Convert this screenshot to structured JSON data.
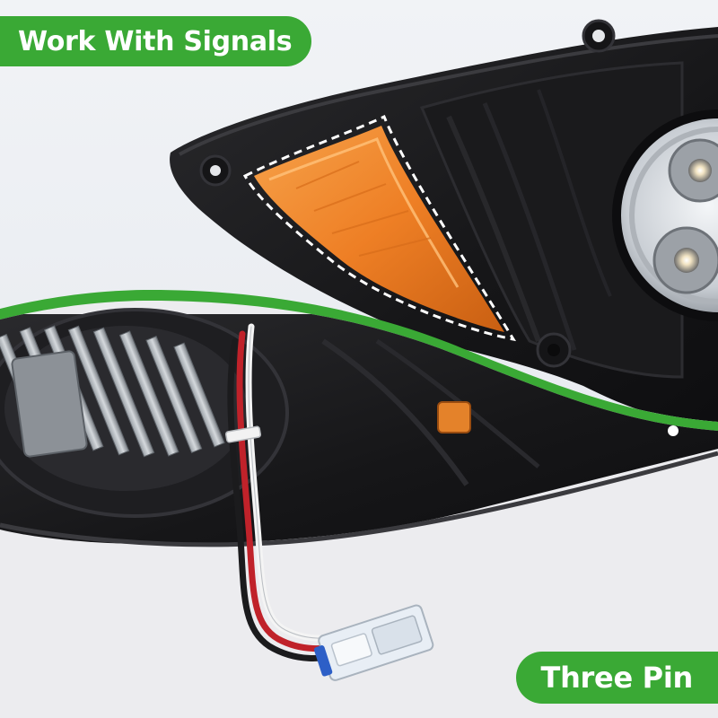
{
  "badges": {
    "top_label": "Work With Signals",
    "bottom_label": "Three Pin"
  },
  "colors": {
    "accent_green": "#3aa935",
    "background": "#e9ecf1",
    "housing": "#1c1c1e",
    "amber_lens": "#f08a2c",
    "wire_red": "#c0222a",
    "connector": "#e8eef5"
  },
  "icons": {
    "turn_signal": "amber-turn-signal-lens",
    "headlight": "led-headlight",
    "connector": "three-pin-connector"
  }
}
